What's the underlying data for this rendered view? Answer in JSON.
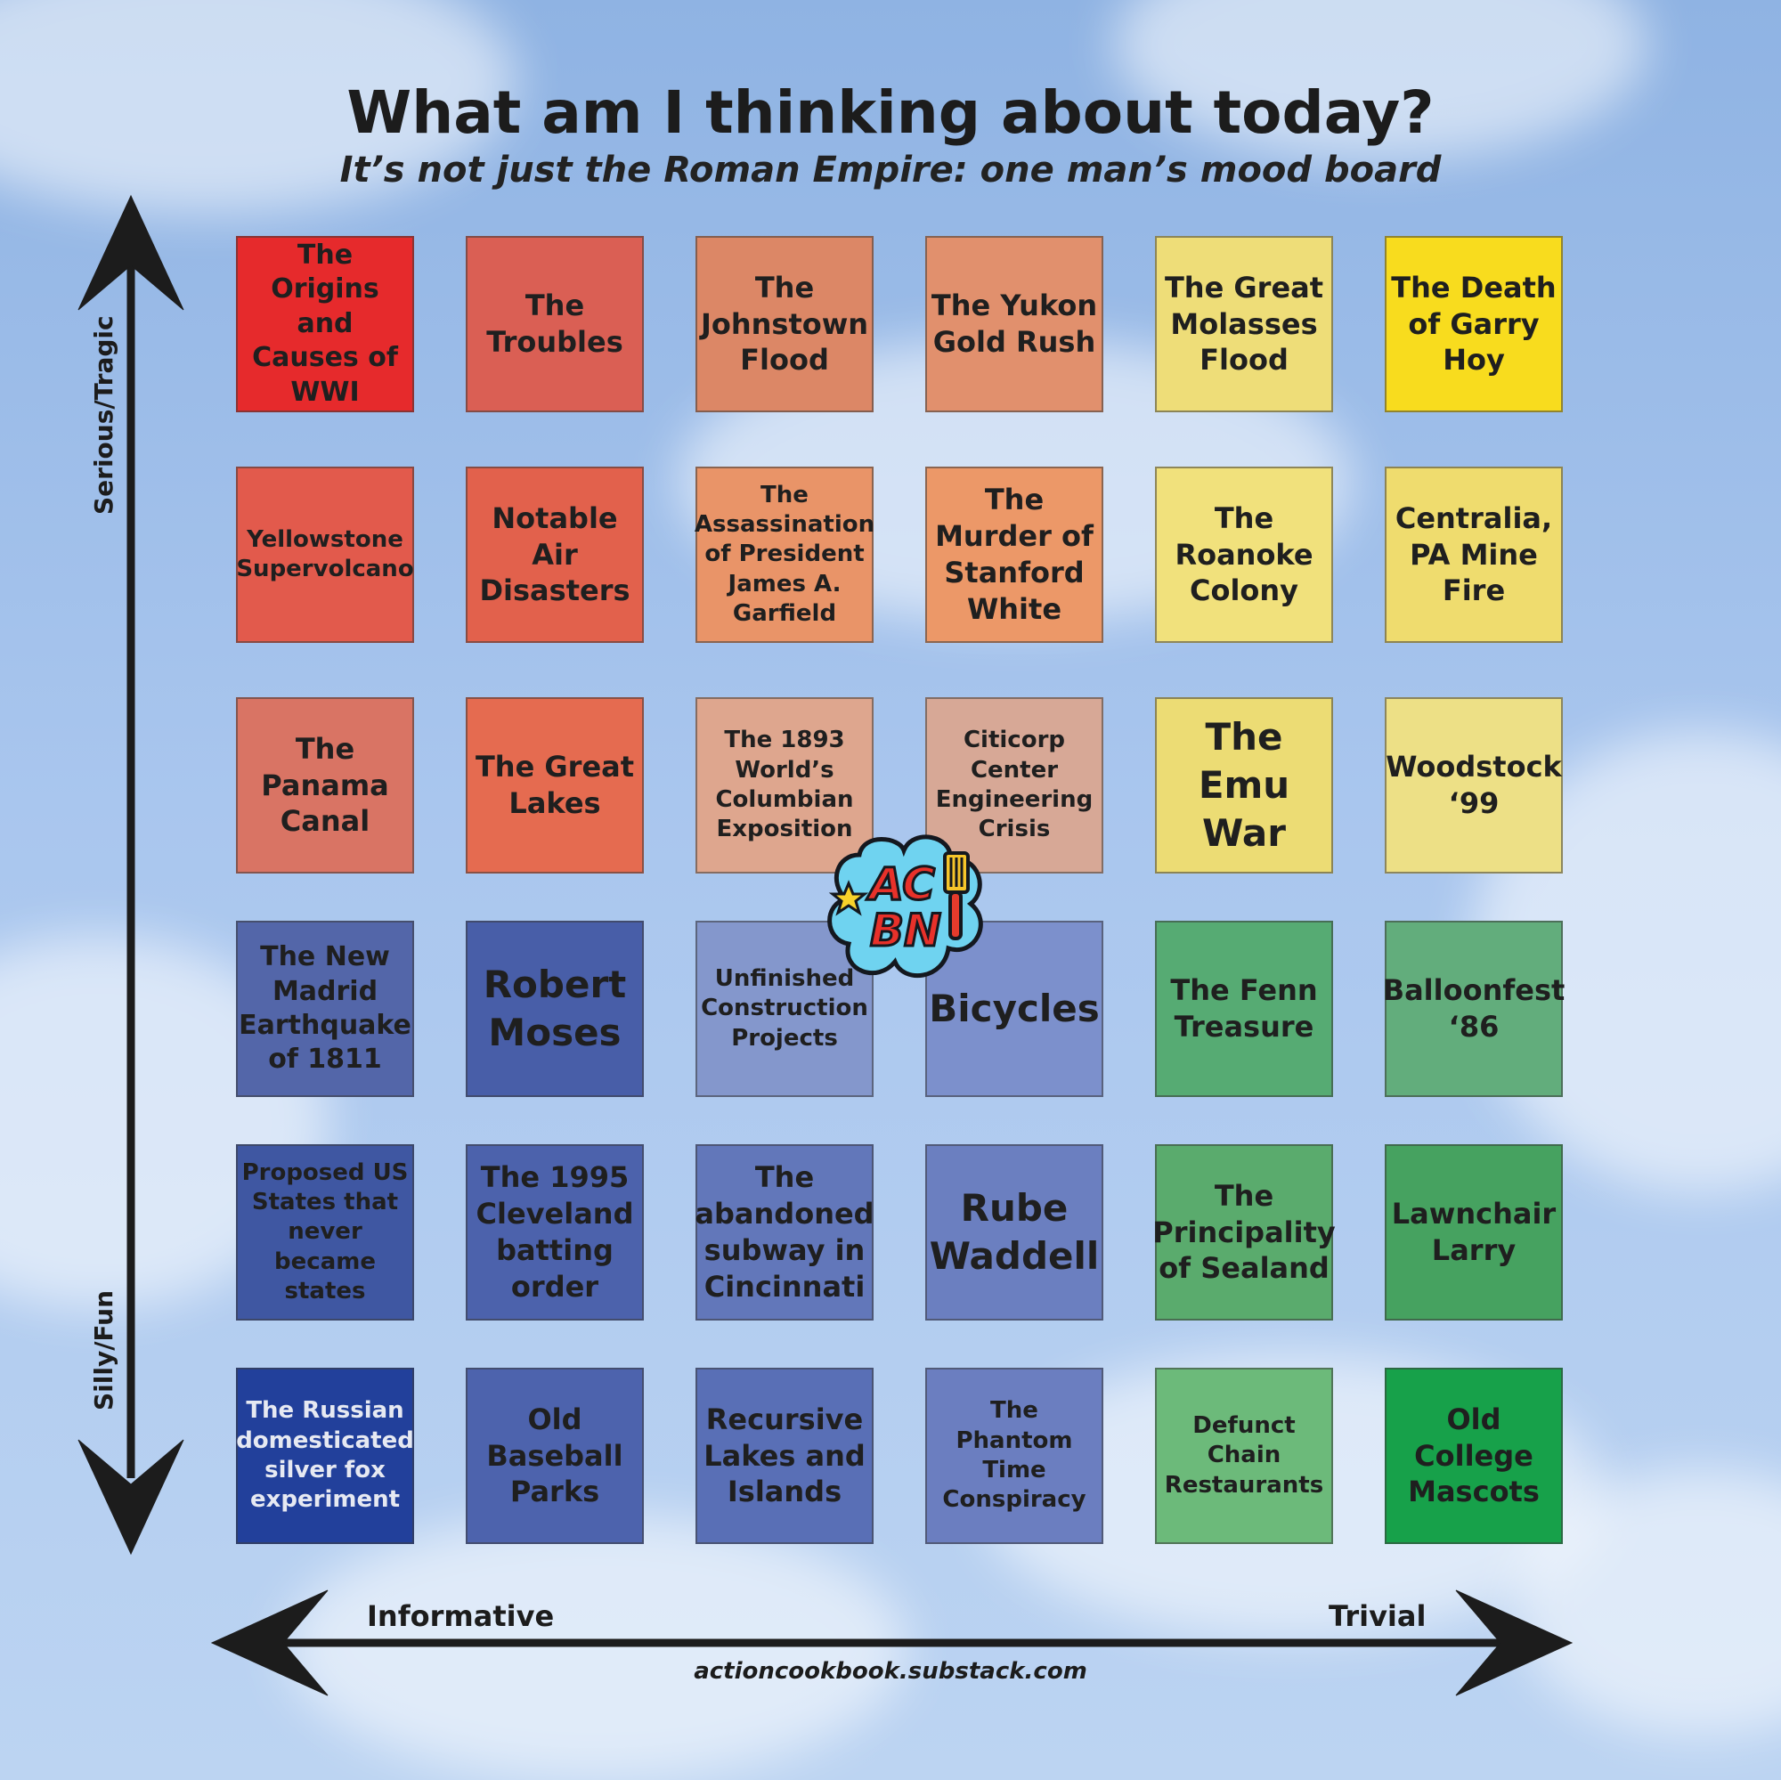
{
  "header": {
    "title": "What am I thinking about today?",
    "subtitle": "It’s not just the Roman Empire: one man’s mood board"
  },
  "axes": {
    "top": "Serious/Tragic",
    "bottom": "Silly/Fun",
    "left": "Informative",
    "right": "Trivial"
  },
  "footer": "actioncookbook.substack.com",
  "logo": {
    "line1": "AC",
    "line2": "BN"
  },
  "colors": {
    "red": "#e8282b",
    "yellow": "#f8dc1c",
    "blue": "#4a64ad",
    "green": "#35a057"
  },
  "tiles": [
    [
      {
        "label": "The Origins and Causes of WWI",
        "color": "#e62a2c"
      },
      {
        "label": "The Troubles",
        "color": "#da5f54"
      },
      {
        "label": "The Johnstown Flood",
        "color": "#dc8766"
      },
      {
        "label": "The Yukon Gold Rush",
        "color": "#e1906d"
      },
      {
        "label": "The Great Molasses Flood",
        "color": "#eedd78"
      },
      {
        "label": "The Death of Garry Hoy",
        "color": "#f8dc1e"
      }
    ],
    [
      {
        "label": "Yellowstone Supervolcano",
        "color": "#e25a4c"
      },
      {
        "label": "Notable Air Disasters",
        "color": "#e2614c"
      },
      {
        "label": "The Assassination of President James A. Garfield",
        "color": "#e99468"
      },
      {
        "label": "The Murder of Stanford White",
        "color": "#ec9868"
      },
      {
        "label": "The Roanoke Colony",
        "color": "#f1e17c"
      },
      {
        "label": "Centralia, PA Mine Fire",
        "color": "#efdc6e"
      }
    ],
    [
      {
        "label": "The Panama Canal",
        "color": "#d97464"
      },
      {
        "label": "The Great Lakes",
        "color": "#e56b50"
      },
      {
        "label": "The 1893 World’s Columbian Exposition",
        "color": "#dea68e"
      },
      {
        "label": "Citicorp Center Engineering Crisis",
        "color": "#d7a896"
      },
      {
        "label": "The Emu War",
        "color": "#ecdc74"
      },
      {
        "label": "Woodstock ‘99",
        "color": "#ede086"
      }
    ],
    [
      {
        "label": "The New Madrid Earthquake of 1811",
        "color": "#5366a9"
      },
      {
        "label": "Robert Moses",
        "color": "#485ea8"
      },
      {
        "label": "Unfinished Construction Projects",
        "color": "#8497cc"
      },
      {
        "label": "Bicycles",
        "color": "#7c90cc"
      },
      {
        "label": "The Fenn Treasure",
        "color": "#56ab73"
      },
      {
        "label": "Balloonfest ‘86",
        "color": "#62ad7c"
      }
    ],
    [
      {
        "label": "Proposed US States that never became states",
        "color": "#3f57a2"
      },
      {
        "label": "The 1995 Cleveland batting order",
        "color": "#4c62ac"
      },
      {
        "label": "The abandoned subway in Cincinnati",
        "color": "#6277ba"
      },
      {
        "label": "Rube Waddell",
        "color": "#6b7fc0"
      },
      {
        "label": "The Principality of Sealand",
        "color": "#5aab6d"
      },
      {
        "label": "Lawnchair Larry",
        "color": "#46a260"
      }
    ],
    [
      {
        "label": "The Russian domesticated silver fox experiment",
        "color": "#22409b"
      },
      {
        "label": "Old Baseball Parks",
        "color": "#4d63ad"
      },
      {
        "label": "Recursive Lakes and Islands",
        "color": "#596fb6"
      },
      {
        "label": "The Phantom Time Conspiracy",
        "color": "#6b7ec0"
      },
      {
        "label": "Defunct Chain Restaurants",
        "color": "#6cba7a"
      },
      {
        "label": "Old College Mascots",
        "color": "#17a14a"
      }
    ]
  ]
}
